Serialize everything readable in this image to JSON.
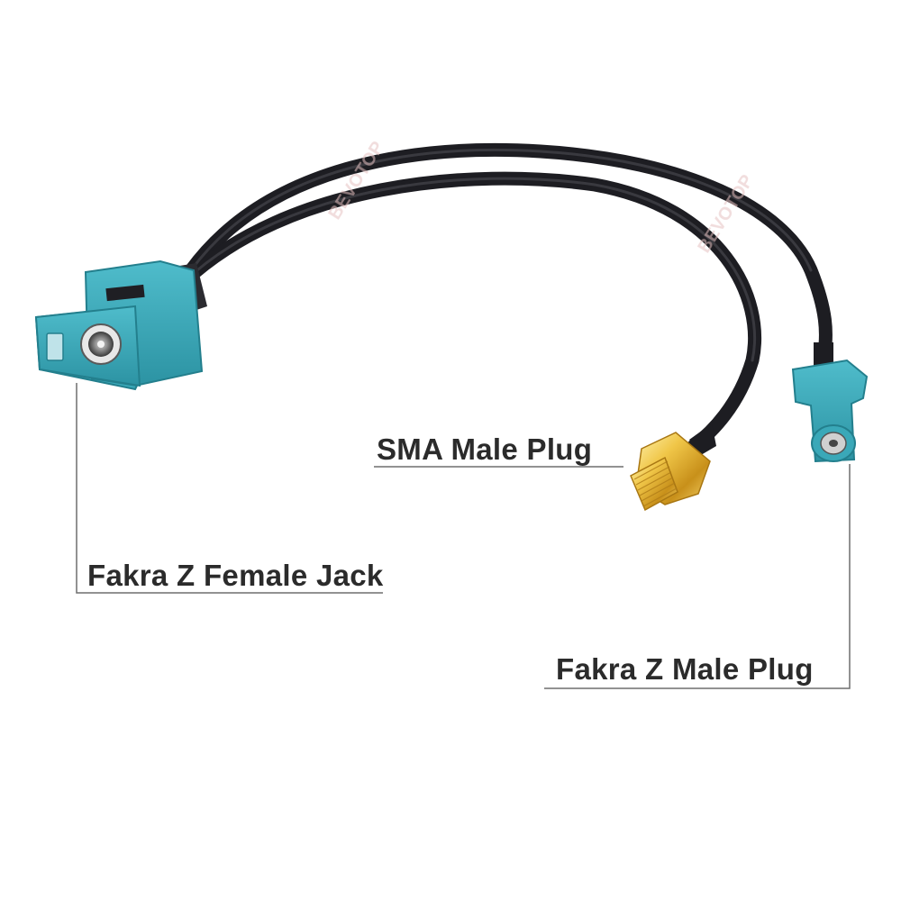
{
  "labels": {
    "female_jack": "Fakra Z Female Jack",
    "sma_plug": "SMA Male Plug",
    "male_plug": "Fakra Z Male Plug"
  },
  "watermark": "BEVOTOP",
  "colors": {
    "fakra_body": "#3aa8b8",
    "fakra_shadow": "#2a8a99",
    "cable": "#1d1d22",
    "sma_gold": "#e3b12c",
    "leader_line": "#6e6e6e",
    "text": "#2b2b2b"
  }
}
